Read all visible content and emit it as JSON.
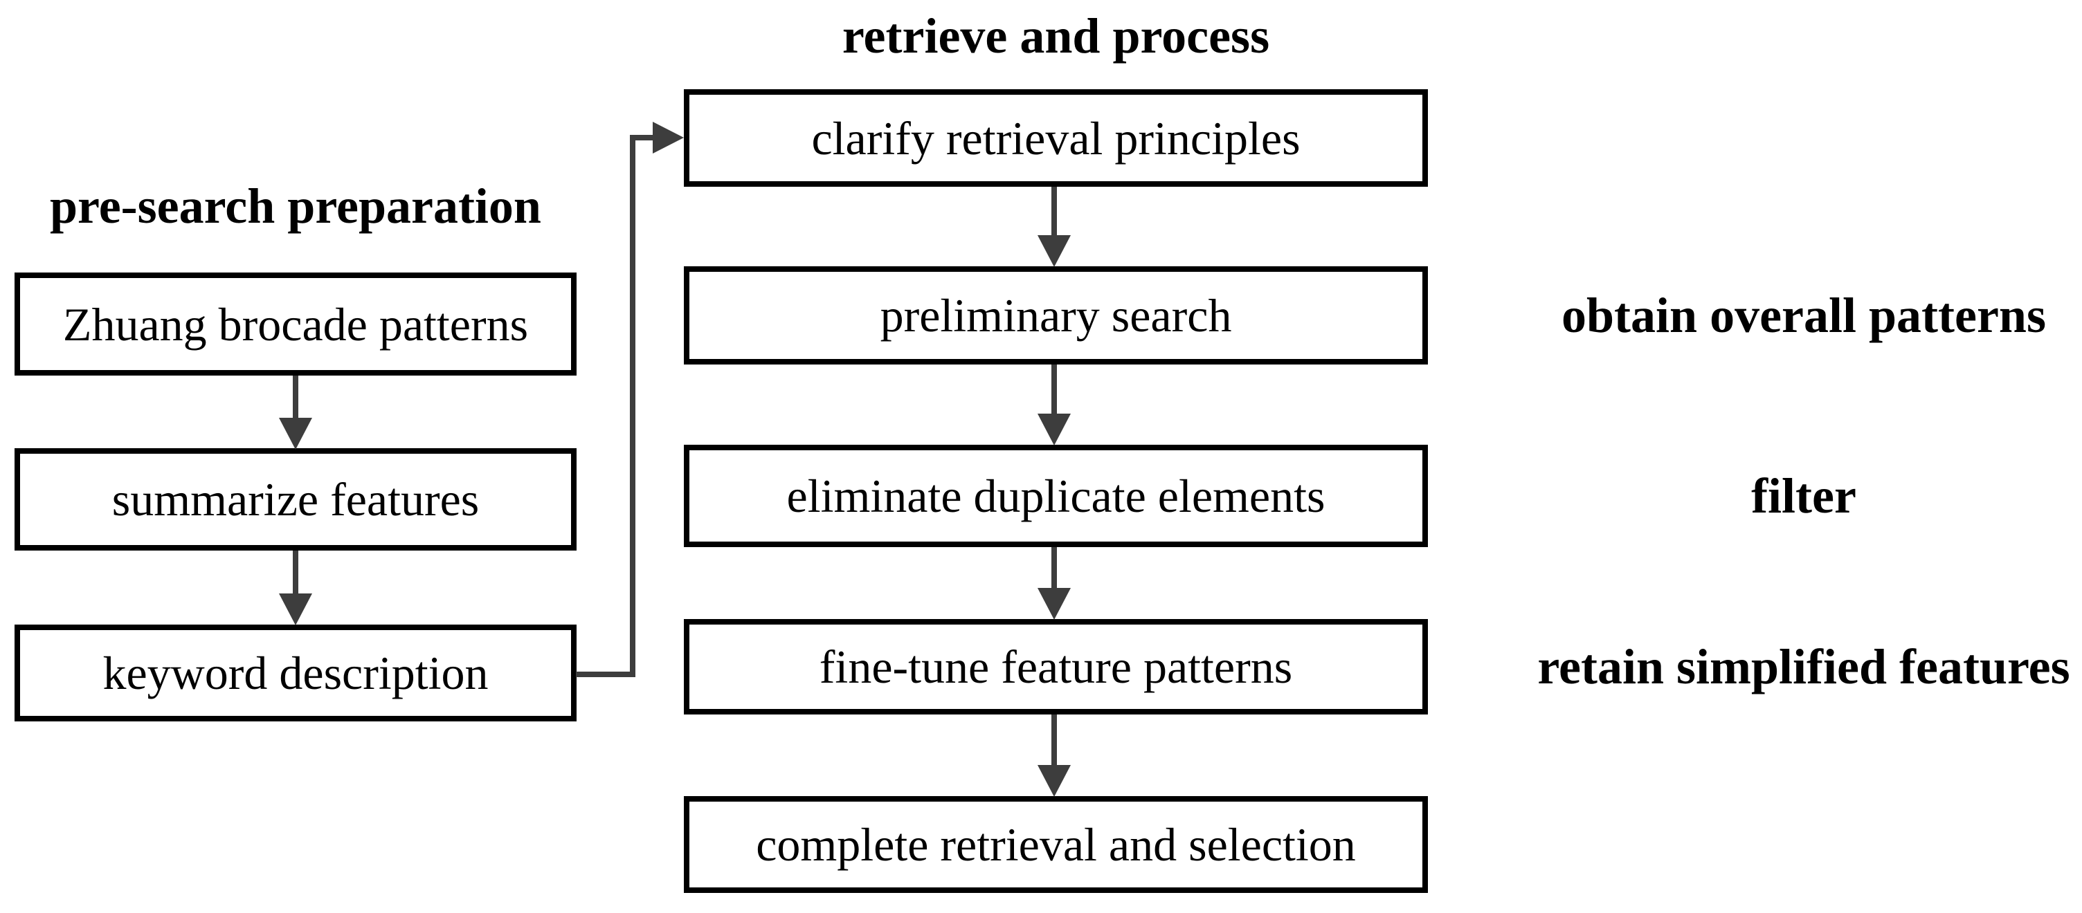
{
  "diagram": {
    "left_column": {
      "title": "pre-search preparation",
      "boxes": [
        {
          "label": "Zhuang brocade patterns"
        },
        {
          "label": "summarize features"
        },
        {
          "label": "keyword description"
        }
      ]
    },
    "center_column": {
      "title": "retrieve and process",
      "boxes": [
        {
          "label": "clarify retrieval principles"
        },
        {
          "label": "preliminary search"
        },
        {
          "label": "eliminate duplicate elements"
        },
        {
          "label": "fine-tune feature patterns"
        },
        {
          "label": "complete retrieval and selection"
        }
      ]
    },
    "right_labels": [
      {
        "label": "obtain overall patterns"
      },
      {
        "label": "filter"
      },
      {
        "label": "retain simplified features"
      }
    ],
    "colors": {
      "background": "#ffffff",
      "box_border": "#000000",
      "text": "#000000",
      "arrow": "#3d3d3d"
    }
  }
}
